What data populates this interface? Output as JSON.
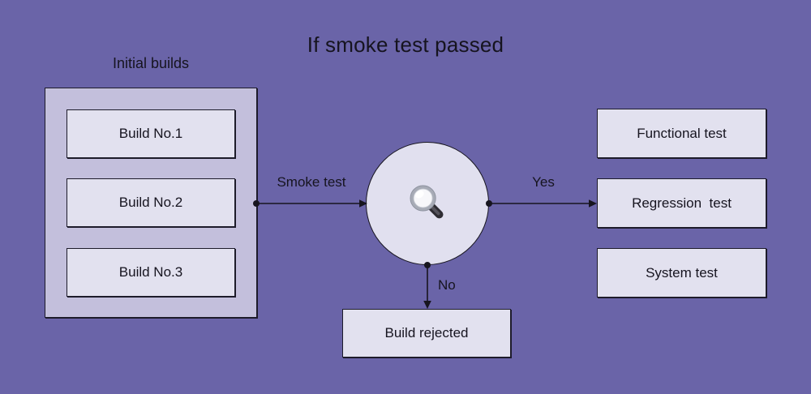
{
  "title": "If smoke test passed",
  "builds": {
    "label": "Initial builds",
    "items": [
      "Build No.1",
      "Build No.2",
      "Build No.3"
    ]
  },
  "decision": {
    "icon": "magnifier-icon"
  },
  "edges": {
    "smoke": "Smoke test",
    "yes": "Yes",
    "no": "No"
  },
  "outcomes": [
    "Functional test",
    "Regression  test",
    "System test"
  ],
  "rejected": "Build rejected",
  "colors": {
    "background": "#6A64A8",
    "group_fill": "#C3BFDC",
    "node_fill": "#E2E1EF",
    "circle_fill": "#E1E0EF",
    "line": "#17151f",
    "text": "#16141f"
  }
}
